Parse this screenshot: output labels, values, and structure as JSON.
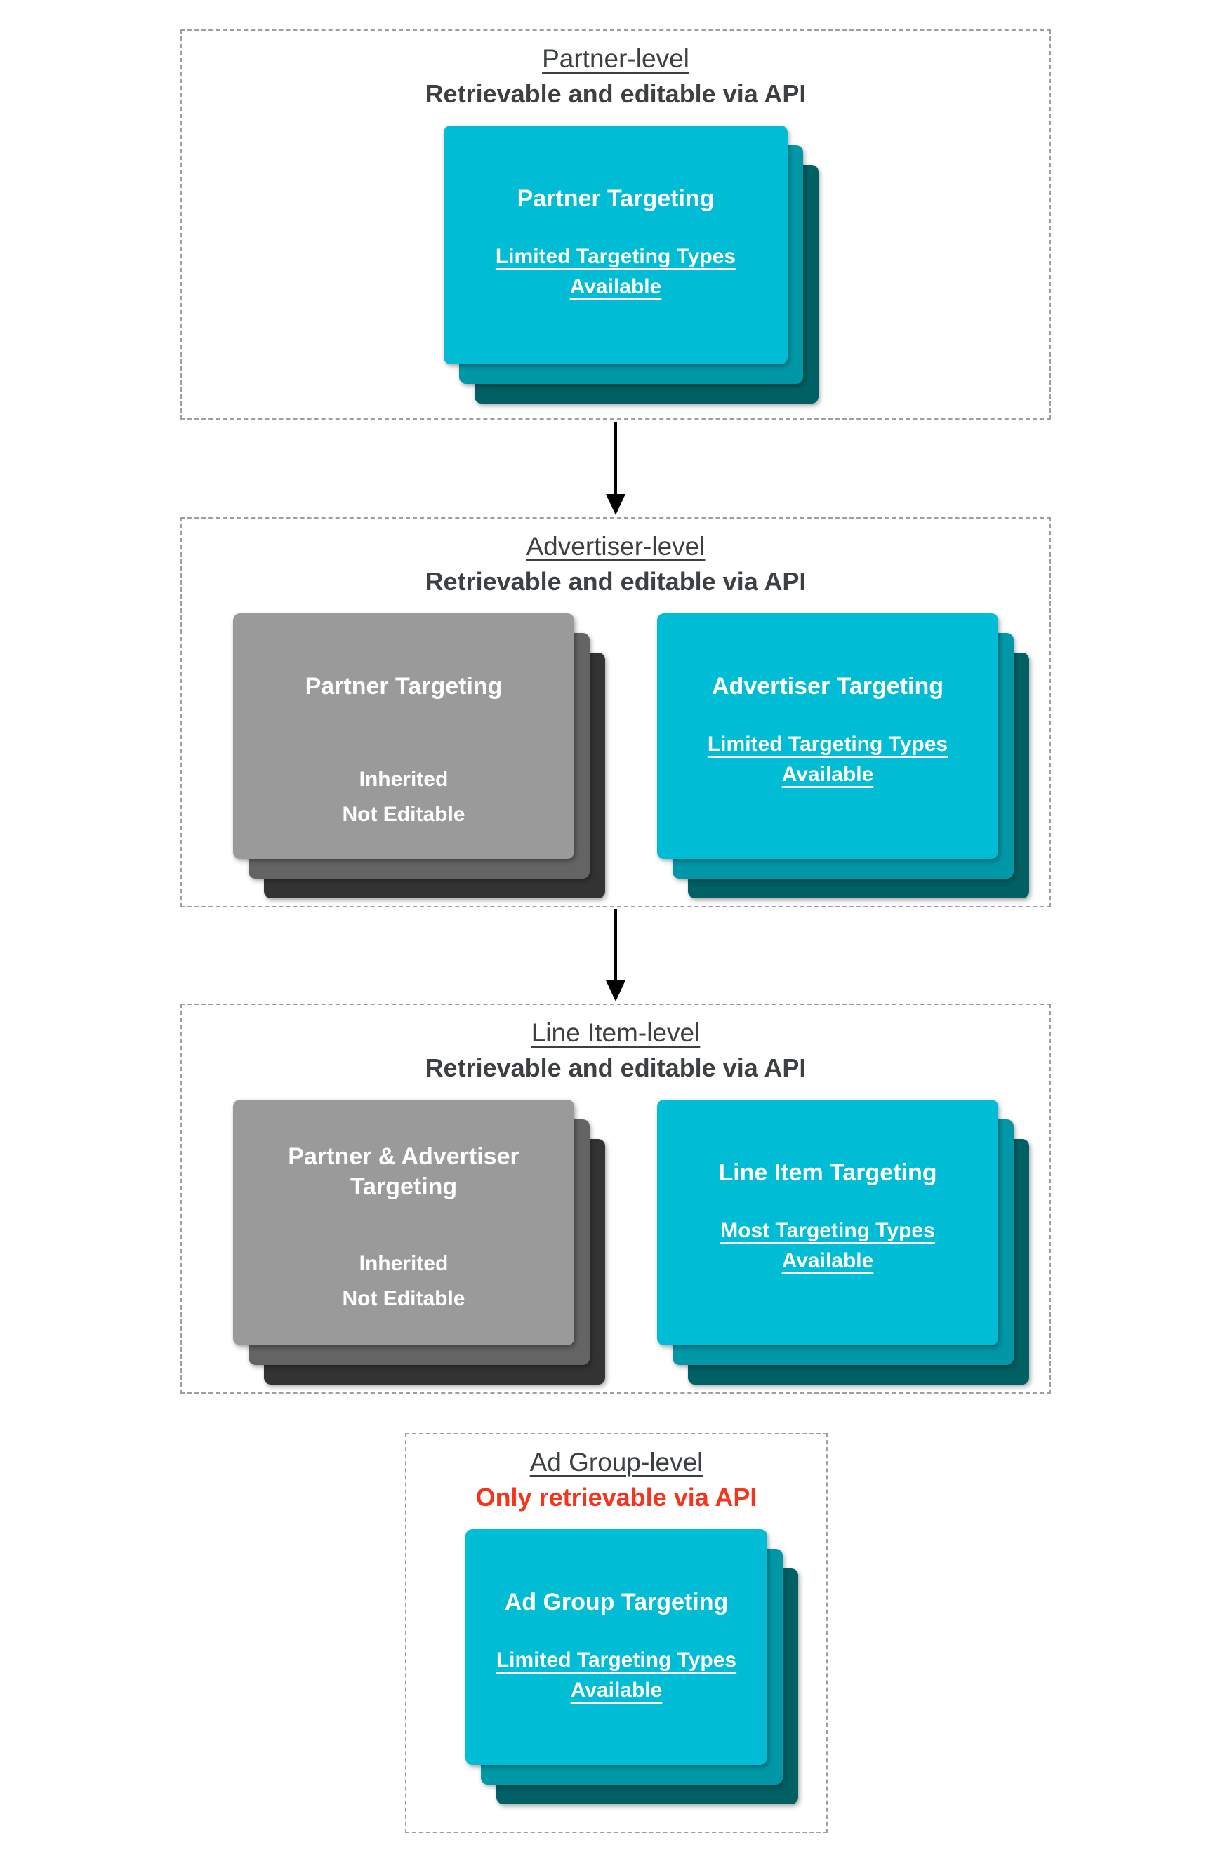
{
  "colors": {
    "background": "#FFFFFF",
    "cyan_front": "#00BCD4",
    "cyan_mid": "#0097A7",
    "cyan_back": "#006064",
    "gray_front": "#9A9A9A",
    "gray_mid": "#646464",
    "gray_back": "#333333",
    "heading": "#3C4043",
    "alert": "#F7331C",
    "dashed_border": "#9E9E9E",
    "arrow": "#000000",
    "card_text": "#FFFFFF"
  },
  "sections": [
    {
      "title": "Partner-level",
      "subtitle": "Retrievable and editable via API",
      "cards": [
        {
          "title": "Partner Targeting",
          "body": "Limited Targeting Types Available"
        }
      ]
    },
    {
      "title": "Advertiser-level",
      "subtitle": "Retrievable and editable via API",
      "cards": [
        {
          "title": "Partner Targeting",
          "body_lines": [
            "Inherited",
            "Not Editable"
          ]
        },
        {
          "title": "Advertiser Targeting",
          "body": "Limited Targeting Types Available"
        }
      ]
    },
    {
      "title": "Line Item-level",
      "subtitle": "Retrievable and editable via API",
      "cards": [
        {
          "title": "Partner & Advertiser Targeting",
          "body_lines": [
            "Inherited",
            "Not Editable"
          ]
        },
        {
          "title": "Line Item Targeting",
          "body": "Most Targeting Types Available"
        }
      ]
    },
    {
      "title": "Ad Group-level",
      "subtitle": "Only retrievable via API",
      "cards": [
        {
          "title": "Ad Group Targeting",
          "body": "Limited Targeting Types Available"
        }
      ]
    }
  ]
}
